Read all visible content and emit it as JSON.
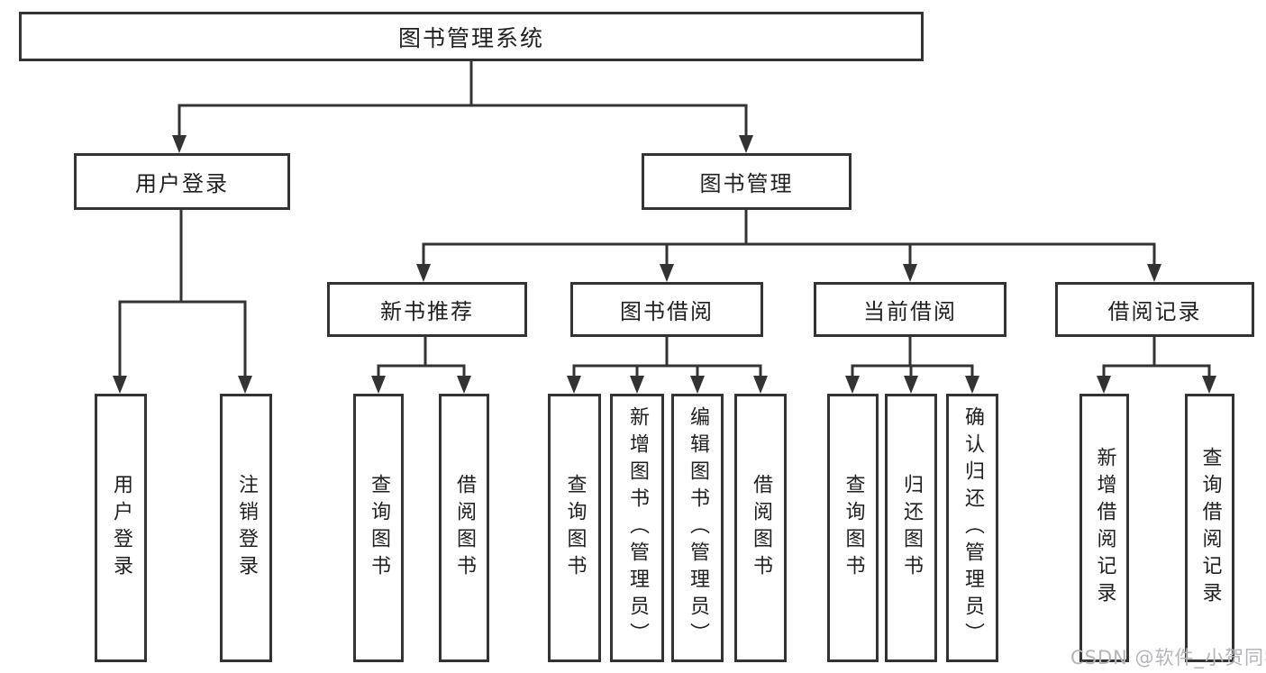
{
  "diagram": {
    "root": "图书管理系统",
    "level2": [
      "用户登录",
      "图书管理"
    ],
    "level3": [
      "新书推荐",
      "图书借阅",
      "当前借阅",
      "借阅记录"
    ],
    "leaves": {
      "user": [
        "用户登录",
        "注销登录"
      ],
      "newbook": [
        "查询图书",
        "借阅图书"
      ],
      "borrow": [
        "查询图书",
        "新增图书（管理员）",
        "编辑图书（管理员）",
        "借阅图书"
      ],
      "current": [
        "查询图书",
        "归还图书",
        "确认归还（管理员）"
      ],
      "records": [
        "新增借阅记录",
        "查询借阅记录"
      ]
    }
  },
  "colors": {
    "line": "#333333",
    "text": "#1f1f1f",
    "watermark": "#b5b5b9",
    "background": "#ffffff"
  },
  "watermark": {
    "text": "CSDN @软件_小贺同学"
  }
}
